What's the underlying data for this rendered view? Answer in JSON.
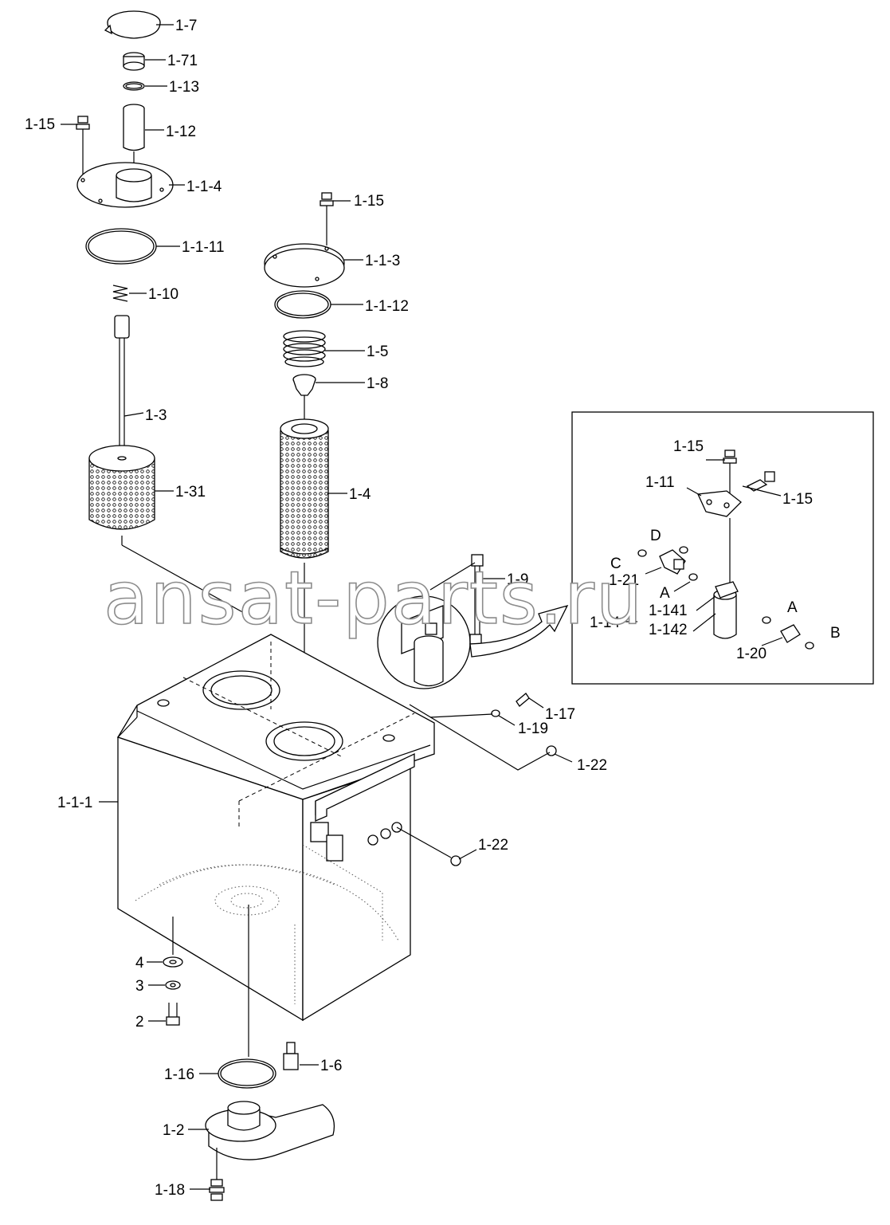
{
  "diagram": {
    "watermark": "ansat-parts.ru",
    "labels": [
      {
        "id": "1-7",
        "text": "1-7"
      },
      {
        "id": "1-71",
        "text": "1-71"
      },
      {
        "id": "1-13",
        "text": "1-13"
      },
      {
        "id": "1-15-top",
        "text": "1-15"
      },
      {
        "id": "1-12",
        "text": "1-12"
      },
      {
        "id": "1-1-4",
        "text": "1-1-4"
      },
      {
        "id": "1-1-11",
        "text": "1-1-11"
      },
      {
        "id": "1-10",
        "text": "1-10"
      },
      {
        "id": "1-3",
        "text": "1-3"
      },
      {
        "id": "1-31",
        "text": "1-31"
      },
      {
        "id": "1-15-mid",
        "text": "1-15"
      },
      {
        "id": "1-1-3",
        "text": "1-1-3"
      },
      {
        "id": "1-1-12",
        "text": "1-1-12"
      },
      {
        "id": "1-5",
        "text": "1-5"
      },
      {
        "id": "1-8",
        "text": "1-8"
      },
      {
        "id": "1-4",
        "text": "1-4"
      },
      {
        "id": "1-9",
        "text": "1-9"
      },
      {
        "id": "1-17",
        "text": "1-17"
      },
      {
        "id": "1-19",
        "text": "1-19"
      },
      {
        "id": "1-22-a",
        "text": "1-22"
      },
      {
        "id": "1-22-b",
        "text": "1-22"
      },
      {
        "id": "1-1-1",
        "text": "1-1-1"
      },
      {
        "id": "4",
        "text": "4"
      },
      {
        "id": "3",
        "text": "3"
      },
      {
        "id": "2",
        "text": "2"
      },
      {
        "id": "1-16",
        "text": "1-16"
      },
      {
        "id": "1-6",
        "text": "1-6"
      },
      {
        "id": "1-2",
        "text": "1-2"
      },
      {
        "id": "1-18",
        "text": "1-18"
      },
      {
        "id": "inset-1-15-a",
        "text": "1-15"
      },
      {
        "id": "inset-1-11",
        "text": "1-11"
      },
      {
        "id": "inset-1-15-b",
        "text": "1-15"
      },
      {
        "id": "inset-D",
        "text": "D"
      },
      {
        "id": "inset-C",
        "text": "C"
      },
      {
        "id": "inset-1-21",
        "text": "1-21"
      },
      {
        "id": "inset-A-1",
        "text": "A"
      },
      {
        "id": "inset-1-141",
        "text": "1-141"
      },
      {
        "id": "inset-1-14",
        "text": "1-14"
      },
      {
        "id": "inset-1-142",
        "text": "1-142"
      },
      {
        "id": "inset-A-2",
        "text": "A"
      },
      {
        "id": "inset-B",
        "text": "B"
      },
      {
        "id": "inset-1-20",
        "text": "1-20"
      }
    ]
  }
}
